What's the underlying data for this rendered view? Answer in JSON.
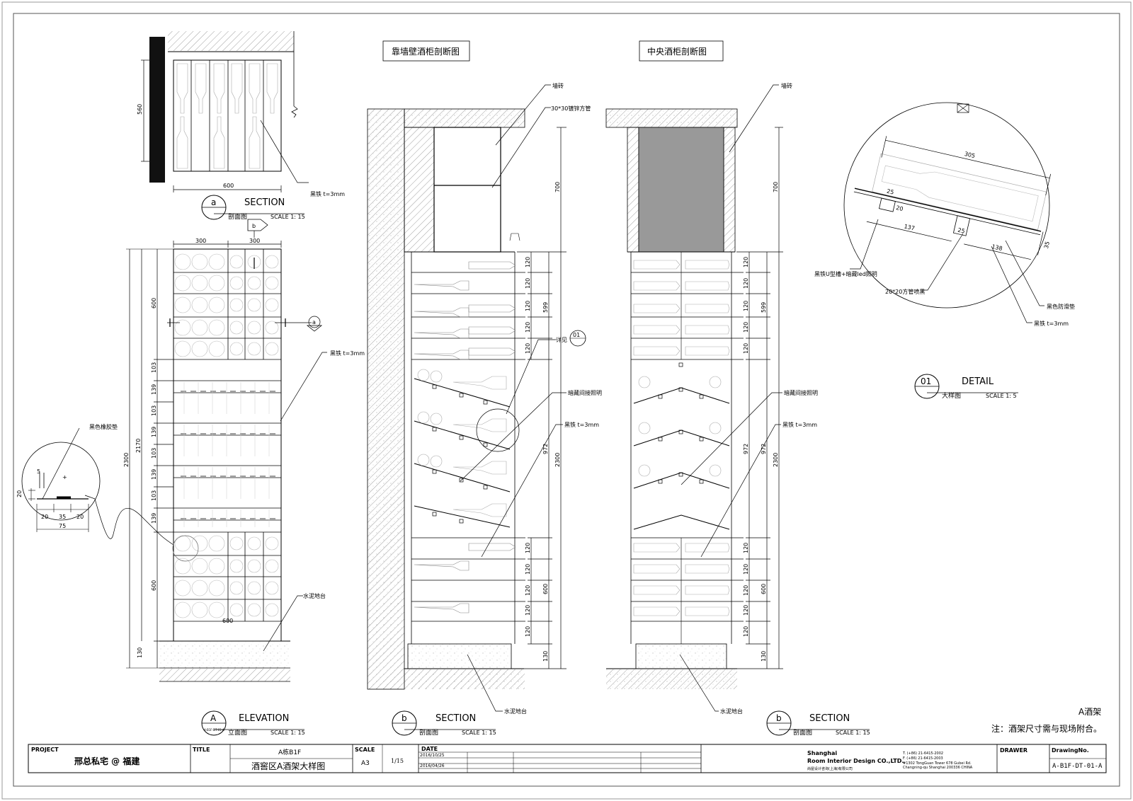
{
  "views": {
    "wall_section_title": "靠墙壁酒柜剖断图",
    "center_section_title": "中央酒柜剖断图"
  },
  "labels": {
    "black_iron": "黑铁 t=3mm",
    "wall_tile": "墙砖",
    "galv_tube": "30*30镀锌方管",
    "see_detail": "详见",
    "hidden_light": "暗藏间接照明",
    "cement_base": "水泥地台",
    "rubber_pad": "黑色橡胶垫",
    "u_channel": "黑铁U型槽+暗藏led照明",
    "square_tube": "20*20方管喷黑",
    "antislip_pad": "黑色防滑垫",
    "ref_code": "A-B1F-DT-01-A"
  },
  "dims": {
    "d560": "560",
    "d600": "600",
    "d300": "300",
    "d2300": "2300",
    "d2170": "2170",
    "d103": "103",
    "d139": "139",
    "d130": "130",
    "d700": "700",
    "d120": "120",
    "d599": "599",
    "d972": "972",
    "d305": "305",
    "d25": "25",
    "d20": "20",
    "d137": "137",
    "d138": "138",
    "d35": "35",
    "d5": "5",
    "d75": "75"
  },
  "tags": {
    "a": "a",
    "b": "b",
    "A": "A",
    "one": "01"
  },
  "captions": {
    "section_en": "SECTION",
    "section_cn": "剖面图",
    "elevation_en": "ELEVATION",
    "elevation_cn": "立面图",
    "detail_en": "DETAIL",
    "detail_cn": "大样图",
    "scale_15": "SCALE 1: 15",
    "scale_5": "SCALE 1: 5"
  },
  "notes": {
    "rack_name": "A酒架",
    "note": "注：酒架尺寸需与现场附合。"
  },
  "titleblock": {
    "project_label": "PROJECT",
    "project_value": "邢总私宅 @ 福建",
    "title_label": "TITLE",
    "title_line1": "A栋B1F",
    "title_line2": "酒窖区A酒架大样图",
    "scale_label": "SCALE",
    "scale_value": "A3",
    "sheet_no": "1/15",
    "date_label": "DATE",
    "date1": "2016/10/25",
    "date2": "2016/04/26",
    "company1": "Shanghai",
    "company2": "Room Interior Design CO.,LTD.",
    "company_cn": "尚屋设计咨询(上海)有限公司",
    "tel": "T. (+86) 21-6415-2002",
    "fax": "F. (+86) 21-6415-2003",
    "addr1": "#1302 TongGuan Tower 678 Gubei Rd.",
    "addr2": "Changning-qu Shanghai 200336 CHINA",
    "drawer_label": "DRAWER",
    "drawing_no_label": "DrawingNo.",
    "drawing_no": "A-B1F-DT-01-A"
  }
}
